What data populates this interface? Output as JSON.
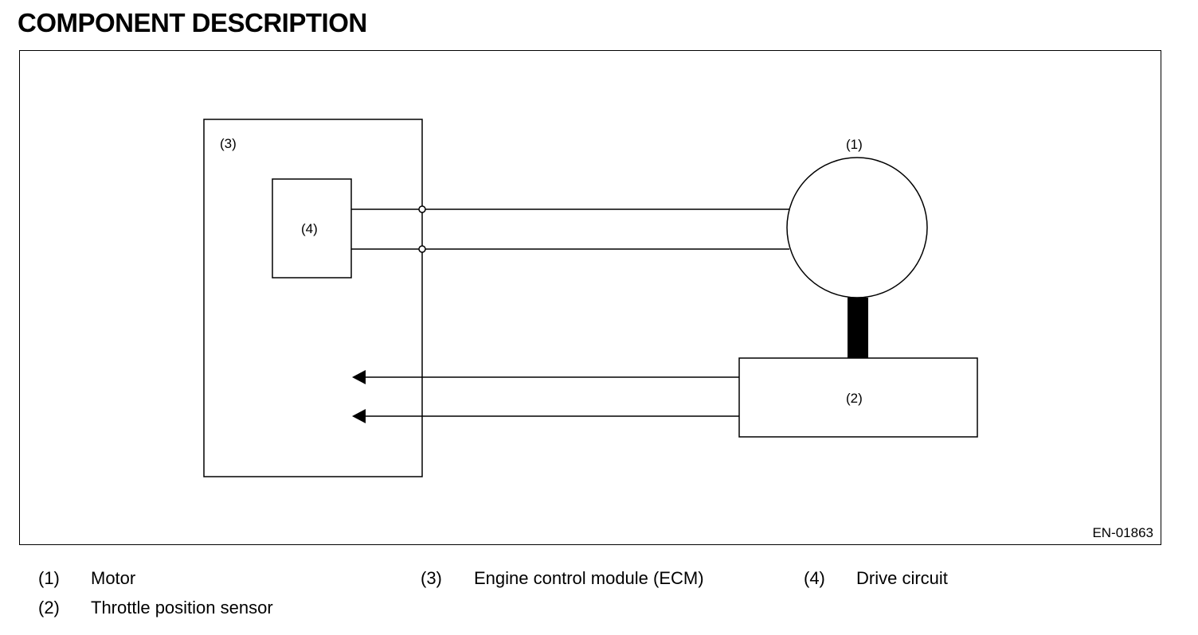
{
  "page": {
    "title": "COMPONENT DESCRIPTION",
    "figure_id": "EN-01863"
  },
  "diagram": {
    "labels": {
      "motor": "(1)",
      "sensor": "(2)",
      "ecm": "(3)",
      "drive_circuit": "(4)"
    }
  },
  "legend": [
    {
      "num": "(1)",
      "text": "Motor"
    },
    {
      "num": "(2)",
      "text": "Throttle position sensor"
    },
    {
      "num": "(3)",
      "text": "Engine control module (ECM)"
    },
    {
      "num": "(4)",
      "text": "Drive circuit"
    }
  ]
}
